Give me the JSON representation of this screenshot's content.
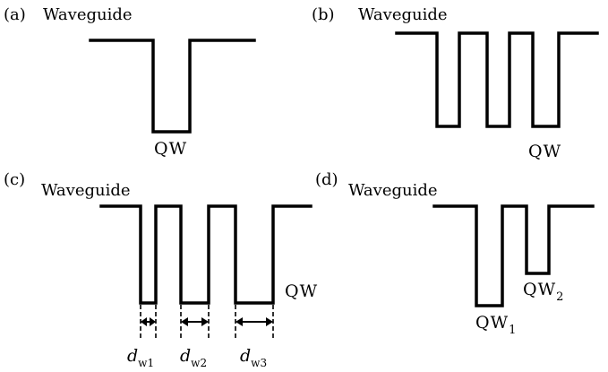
{
  "panels": [
    {
      "id": "a",
      "tag": "(a)",
      "title": "Waveguide",
      "well_label": "QW"
    },
    {
      "id": "b",
      "tag": "(b)",
      "title": "Waveguide",
      "well_label": "QW"
    },
    {
      "id": "c",
      "tag": "(c)",
      "title": "Waveguide",
      "well_label": "QW",
      "widths": [
        {
          "symbol": "d",
          "subscript": "w1"
        },
        {
          "symbol": "d",
          "subscript": "w2"
        },
        {
          "symbol": "d",
          "subscript": "w3"
        }
      ]
    },
    {
      "id": "d",
      "tag": "(d)",
      "title": "Waveguide",
      "wells": [
        {
          "base": "QW",
          "subscript": "1"
        },
        {
          "base": "QW",
          "subscript": "2"
        }
      ]
    }
  ]
}
